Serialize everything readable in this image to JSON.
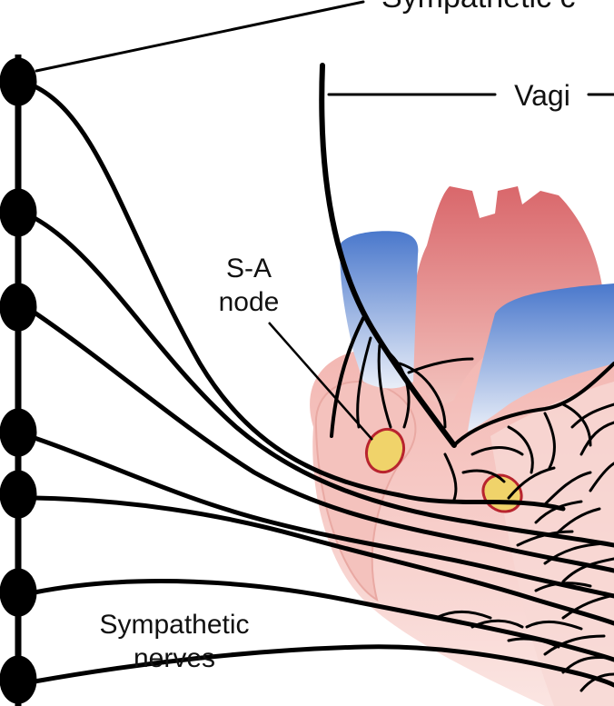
{
  "labels": {
    "top_cut": "Sympathetic c",
    "vagi": "Vagi",
    "sa_node_line1": "S-A",
    "sa_node_line2": "node",
    "symp_nerves_line1": "Sympathetic",
    "symp_nerves_line2": "nerves"
  },
  "colors": {
    "nerve": "#000000",
    "heart_red": "#e07a7a",
    "heart_pink": "#f6d4d0",
    "vessel_blue": "#4f7ed0",
    "node_fill": "#f0d36a",
    "node_outline": "#b8242e"
  },
  "ganglia_count": 7
}
